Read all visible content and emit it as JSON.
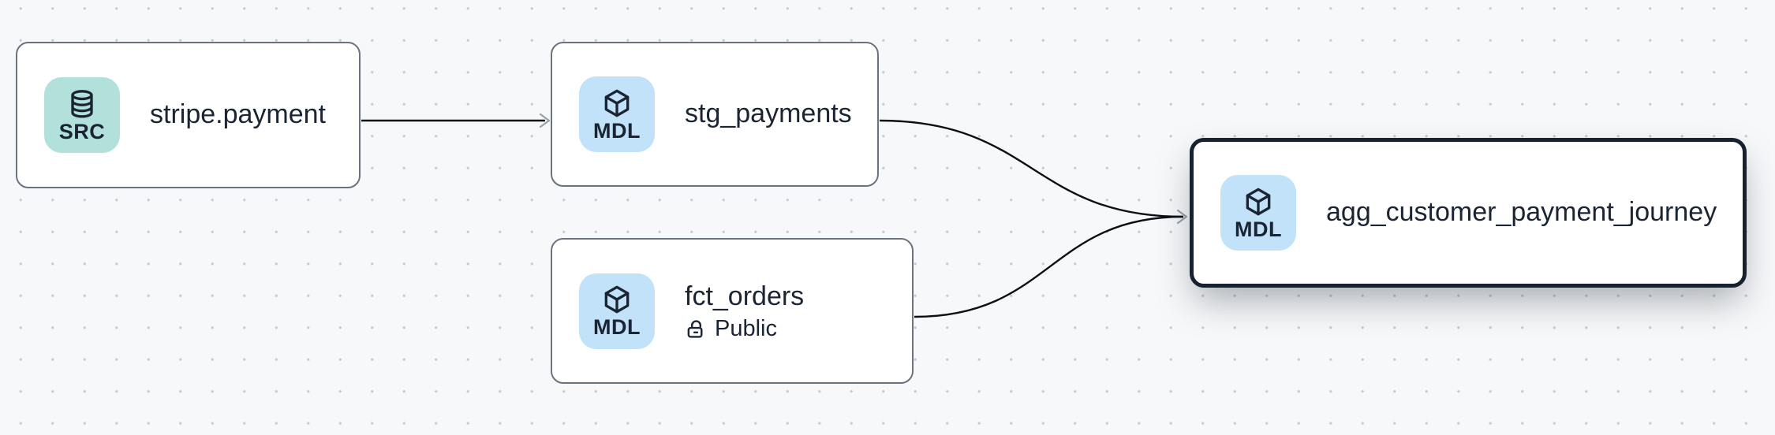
{
  "canvas": {
    "background_color": "#f7f8fa",
    "dot_color": "#c6cbd4"
  },
  "node_style": {
    "border_color": "#6a7280",
    "selected_border_color": "#17212f",
    "title_color": "#1b2433",
    "fill_color": "#ffffff"
  },
  "edge_style": {
    "line_color": "#0b1015",
    "arrowhead_color": "#98a0ac"
  },
  "nodes": [
    {
      "id": "stripe.payment",
      "label": "stripe.payment",
      "type": "source",
      "selected": false,
      "badge": {
        "text": "SRC",
        "icon": "database-icon",
        "color": "#b2e0db"
      }
    },
    {
      "id": "stg_payments",
      "label": "stg_payments",
      "type": "model",
      "selected": false,
      "badge": {
        "text": "MDL",
        "icon": "cube-icon",
        "color": "#c1e2f8"
      }
    },
    {
      "id": "fct_orders",
      "label": "fct_orders",
      "type": "model",
      "selected": false,
      "badge": {
        "text": "MDL",
        "icon": "cube-icon",
        "color": "#c1e2f8"
      },
      "access": {
        "icon": "unlock-icon",
        "label": "Public"
      }
    },
    {
      "id": "agg_customer_payment_journey",
      "label": "agg_customer_payment_journey",
      "type": "model",
      "selected": true,
      "badge": {
        "text": "MDL",
        "icon": "cube-icon",
        "color": "#c1e2f8"
      }
    }
  ],
  "edges": [
    {
      "from": "stripe.payment",
      "to": "stg_payments"
    },
    {
      "from": "stg_payments",
      "to": "agg_customer_payment_journey"
    },
    {
      "from": "fct_orders",
      "to": "agg_customer_payment_journey"
    }
  ]
}
